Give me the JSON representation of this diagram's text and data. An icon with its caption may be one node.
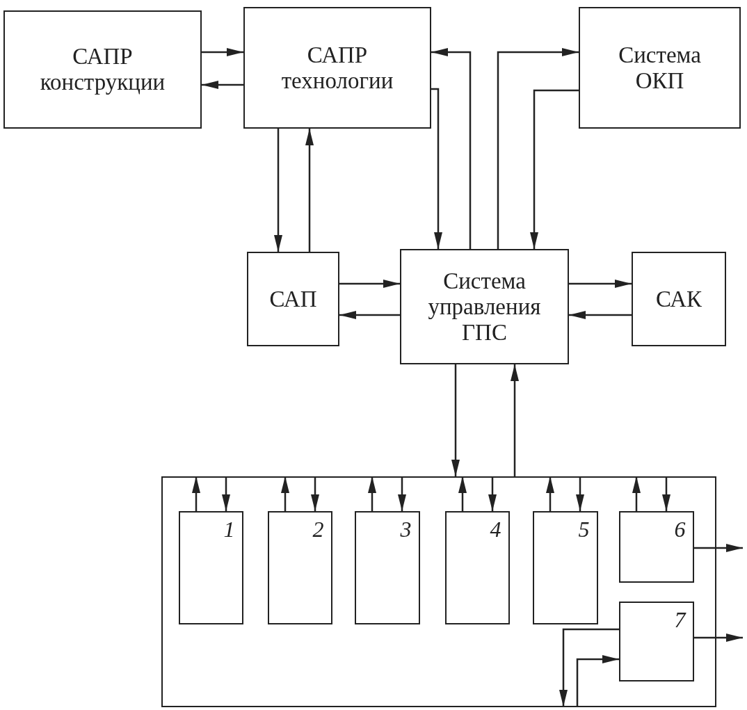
{
  "diagram": {
    "nodes": [
      {
        "text": [
          "САПР конструкции"
        ]
      },
      {
        "text": [
          "САПР технологии"
        ]
      },
      {
        "text": [
          "Система ОКП"
        ]
      },
      {
        "text": [
          "САП"
        ]
      },
      {
        "text": [
          "Система управления ГПС"
        ]
      },
      {
        "text": [
          "САК"
        ]
      },
      {
        "text": [],
        "shape": "box"
      },
      {
        "text": [
          "1"
        ],
        "in": 6
      },
      {
        "text": [
          "2"
        ],
        "in": 6
      },
      {
        "text": [
          "3"
        ],
        "in": 6
      },
      {
        "text": [
          "4"
        ],
        "in": 6
      },
      {
        "text": [
          "5"
        ],
        "in": 6
      },
      {
        "text": [
          "6"
        ],
        "in": 6
      },
      {
        "text": [
          "7"
        ],
        "in": 6
      }
    ],
    "edges": [
      {
        "from": 0,
        "to": 1,
        "arrow": "to"
      },
      {
        "from": 1,
        "to": 0,
        "arrow": "to"
      },
      {
        "from": 4,
        "to": 1,
        "arrow": "to"
      },
      {
        "from": 1,
        "to": 4,
        "arrow": "to"
      },
      {
        "from": 4,
        "to": 2,
        "arrow": "to"
      },
      {
        "from": 2,
        "to": 4,
        "arrow": "to"
      },
      {
        "from": 1,
        "to": 3,
        "arrow": "to"
      },
      {
        "from": 3,
        "to": 1,
        "arrow": "to"
      },
      {
        "from": 3,
        "to": 4,
        "arrow": "to"
      },
      {
        "from": 4,
        "to": 3,
        "arrow": "to"
      },
      {
        "from": 4,
        "to": 5,
        "arrow": "to"
      },
      {
        "from": 5,
        "to": 4,
        "arrow": "to"
      },
      {
        "from": 4,
        "to": 6,
        "arrow": "to"
      },
      {
        "from": 6,
        "to": 4,
        "arrow": "to"
      },
      {
        "from": 7,
        "to": 6,
        "arrow": "to"
      },
      {
        "from": 6,
        "to": 7,
        "arrow": "to"
      },
      {
        "from": 8,
        "to": 6,
        "arrow": "to"
      },
      {
        "from": 6,
        "to": 8,
        "arrow": "to"
      },
      {
        "from": 9,
        "to": 6,
        "arrow": "to"
      },
      {
        "from": 6,
        "to": 9,
        "arrow": "to"
      },
      {
        "from": 10,
        "to": 6,
        "arrow": "to"
      },
      {
        "from": 6,
        "to": 10,
        "arrow": "to"
      },
      {
        "from": 11,
        "to": 6,
        "arrow": "to"
      },
      {
        "from": 6,
        "to": 11,
        "arrow": "to"
      },
      {
        "from": 12,
        "to": 6,
        "arrow": "to"
      },
      {
        "from": 6,
        "to": 12,
        "arrow": "to"
      },
      {
        "from": 12,
        "to": null,
        "arrow": "to"
      },
      {
        "from": 13,
        "to": null,
        "arrow": "to"
      },
      {
        "from": 13,
        "to": null,
        "arrow": "to"
      },
      {
        "from": null,
        "to": 13,
        "arrow": "to"
      }
    ]
  }
}
